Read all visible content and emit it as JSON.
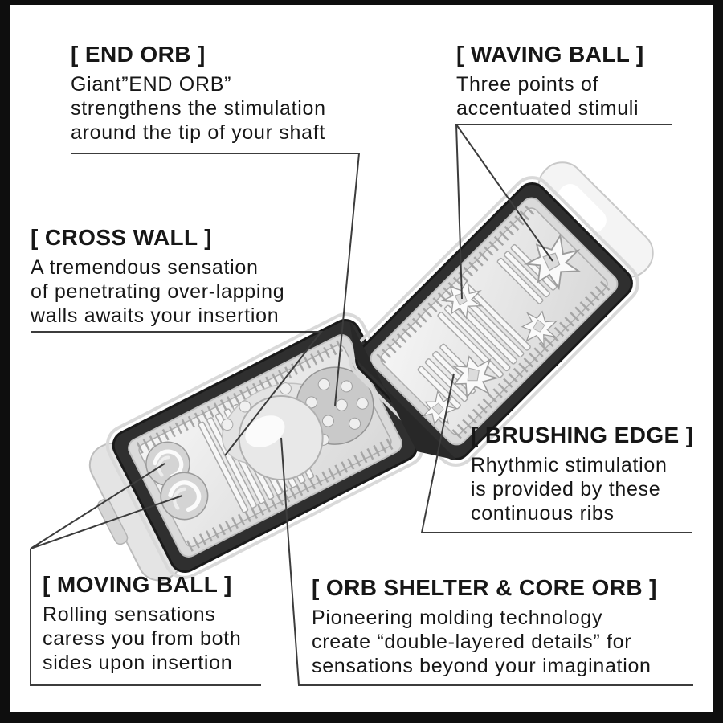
{
  "diagram": {
    "background_color": "#ffffff",
    "page_border_color": "#0e0e0e",
    "text_color": "#171717",
    "leader_line_color": "#3c3c3c",
    "product": {
      "style": "grayscale cutaway illustration",
      "parts": [
        "left-case-half",
        "right-case-half",
        "hinge",
        "end-cap-left",
        "end-cap-right",
        "moving-balls",
        "cross-wall-ribs",
        "core-orb",
        "end-orb",
        "orb-shelter-dome",
        "waving-ball-crinkles",
        "brushing-edge-ribs"
      ]
    },
    "callouts": [
      {
        "id": "end-orb",
        "title": "[ END ORB ]",
        "body": [
          "Giant”END ORB”",
          "strengthens the stimulation",
          "around the tip of your shaft"
        ]
      },
      {
        "id": "waving-ball",
        "title": "[ WAVING BALL ]",
        "body": [
          "Three points of",
          "accentuated stimuli"
        ]
      },
      {
        "id": "cross-wall",
        "title": "[ CROSS WALL ]",
        "body": [
          "A tremendous sensation",
          "of penetrating over-lapping",
          "walls awaits your insertion"
        ]
      },
      {
        "id": "brushing-edge",
        "title": "[ BRUSHING EDGE ]",
        "body": [
          "Rhythmic stimulation",
          "is provided by these",
          "continuous ribs"
        ]
      },
      {
        "id": "moving-ball",
        "title": "[ MOVING BALL ]",
        "body": [
          "Rolling sensations",
          "caress you from both",
          "sides upon insertion"
        ]
      },
      {
        "id": "orb-shelter",
        "title": "[ ORB SHELTER & CORE ORB ]",
        "body": [
          "Pioneering molding technology",
          "create “double-layered details” for",
          "sensations beyond your imagination"
        ]
      }
    ]
  }
}
